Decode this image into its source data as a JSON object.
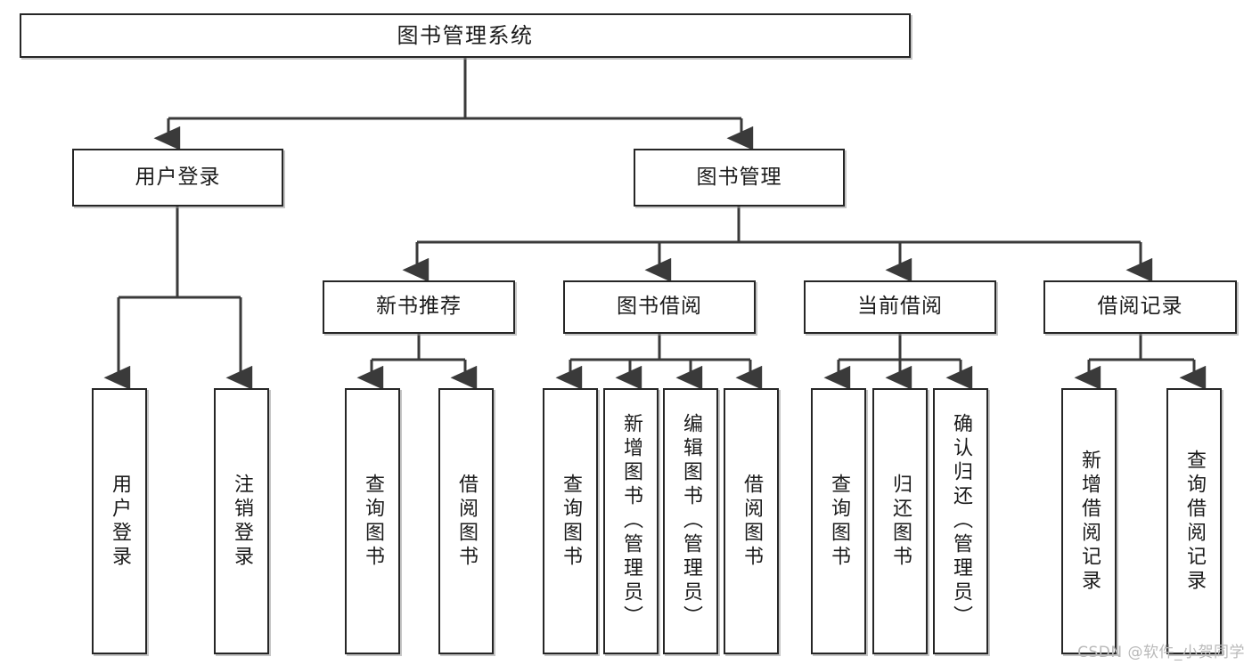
{
  "diagram": {
    "title": "图书管理系统",
    "type": "tree-hierarchy-diagram",
    "watermark": "CSDN @软件_小贺同学",
    "colors": {
      "background": "#ffffff",
      "box_border": "#262626",
      "box_fill": "#ffffff",
      "connector": "#3a3a3a",
      "text": "#1b1b1b",
      "watermark": "#b9b9b9"
    },
    "nodes": {
      "root": {
        "label": "图书管理系统"
      },
      "level2": [
        {
          "label": "用户登录"
        },
        {
          "label": "图书管理"
        }
      ],
      "level3": [
        {
          "label": "新书推荐"
        },
        {
          "label": "图书借阅"
        },
        {
          "label": "当前借阅"
        },
        {
          "label": "借阅记录"
        }
      ],
      "leaves": {
        "user_login": [
          {
            "label": "用户登录"
          },
          {
            "label": "注销登录"
          }
        ],
        "new_book_recommend": [
          {
            "label": "查询图书"
          },
          {
            "label": "借阅图书"
          }
        ],
        "book_borrow": [
          {
            "label": "查询图书"
          },
          {
            "label": "新增图书（管理员）"
          },
          {
            "label": "编辑图书（管理员）"
          },
          {
            "label": "借阅图书"
          }
        ],
        "current_borrow": [
          {
            "label": "查询图书"
          },
          {
            "label": "归还图书"
          },
          {
            "label": "确认归还（管理员）"
          }
        ],
        "borrow_record": [
          {
            "label": "新增借阅记录"
          },
          {
            "label": "查询借阅记录"
          }
        ]
      }
    }
  }
}
